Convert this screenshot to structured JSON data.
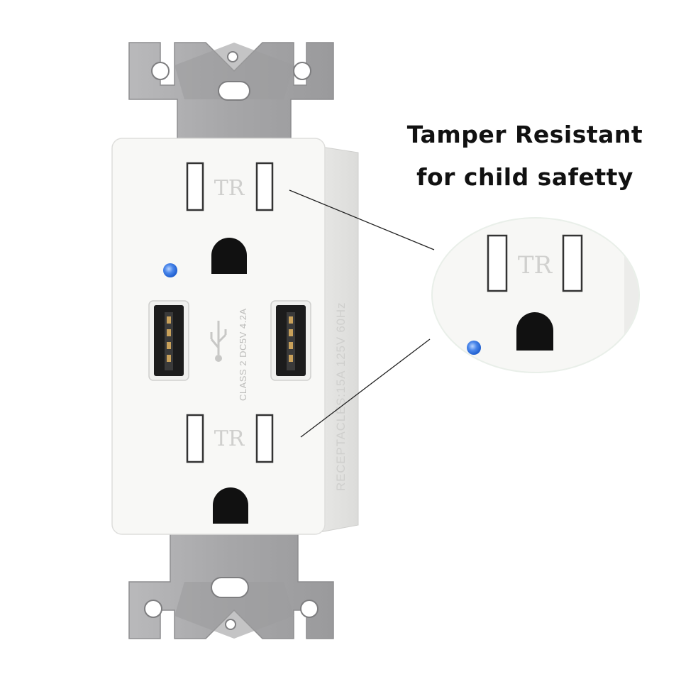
{
  "callout": {
    "line1": "Tamper Resistant",
    "line2": "for child safetty"
  },
  "outlet": {
    "tr_upper": "TR",
    "tr_lower": "TR",
    "tr_zoom": "TR",
    "usb_rating": "CLASS 2 DC5V 4.2A",
    "side_rating": "RECEPTACLES:15A 125V 60Hz",
    "indicator_color": "#3b7be0"
  },
  "colors": {
    "strap": "#a9a9ab",
    "faceplate": "#f7f7f5",
    "usb_port": "#1c1c1c"
  }
}
